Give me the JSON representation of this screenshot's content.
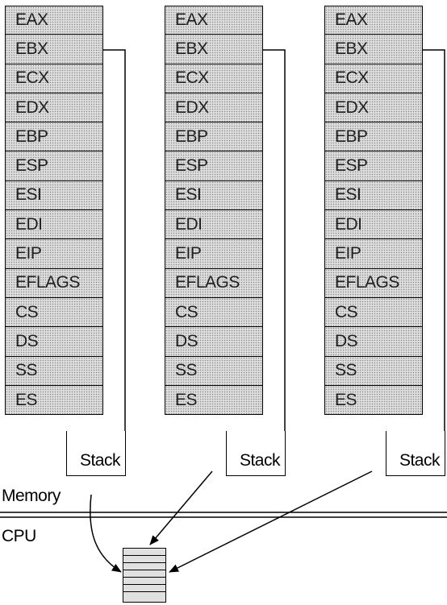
{
  "registers": [
    "EAX",
    "EBX",
    "ECX",
    "EDX",
    "EBP",
    "ESP",
    "ESI",
    "EDI",
    "EIP",
    "EFLAGS",
    "CS",
    "DS",
    "SS",
    "ES"
  ],
  "threads": [
    {
      "stack_label": "Stack"
    },
    {
      "stack_label": "Stack"
    },
    {
      "stack_label": "Stack"
    }
  ],
  "labels": {
    "memory": "Memory",
    "cpu": "CPU"
  }
}
